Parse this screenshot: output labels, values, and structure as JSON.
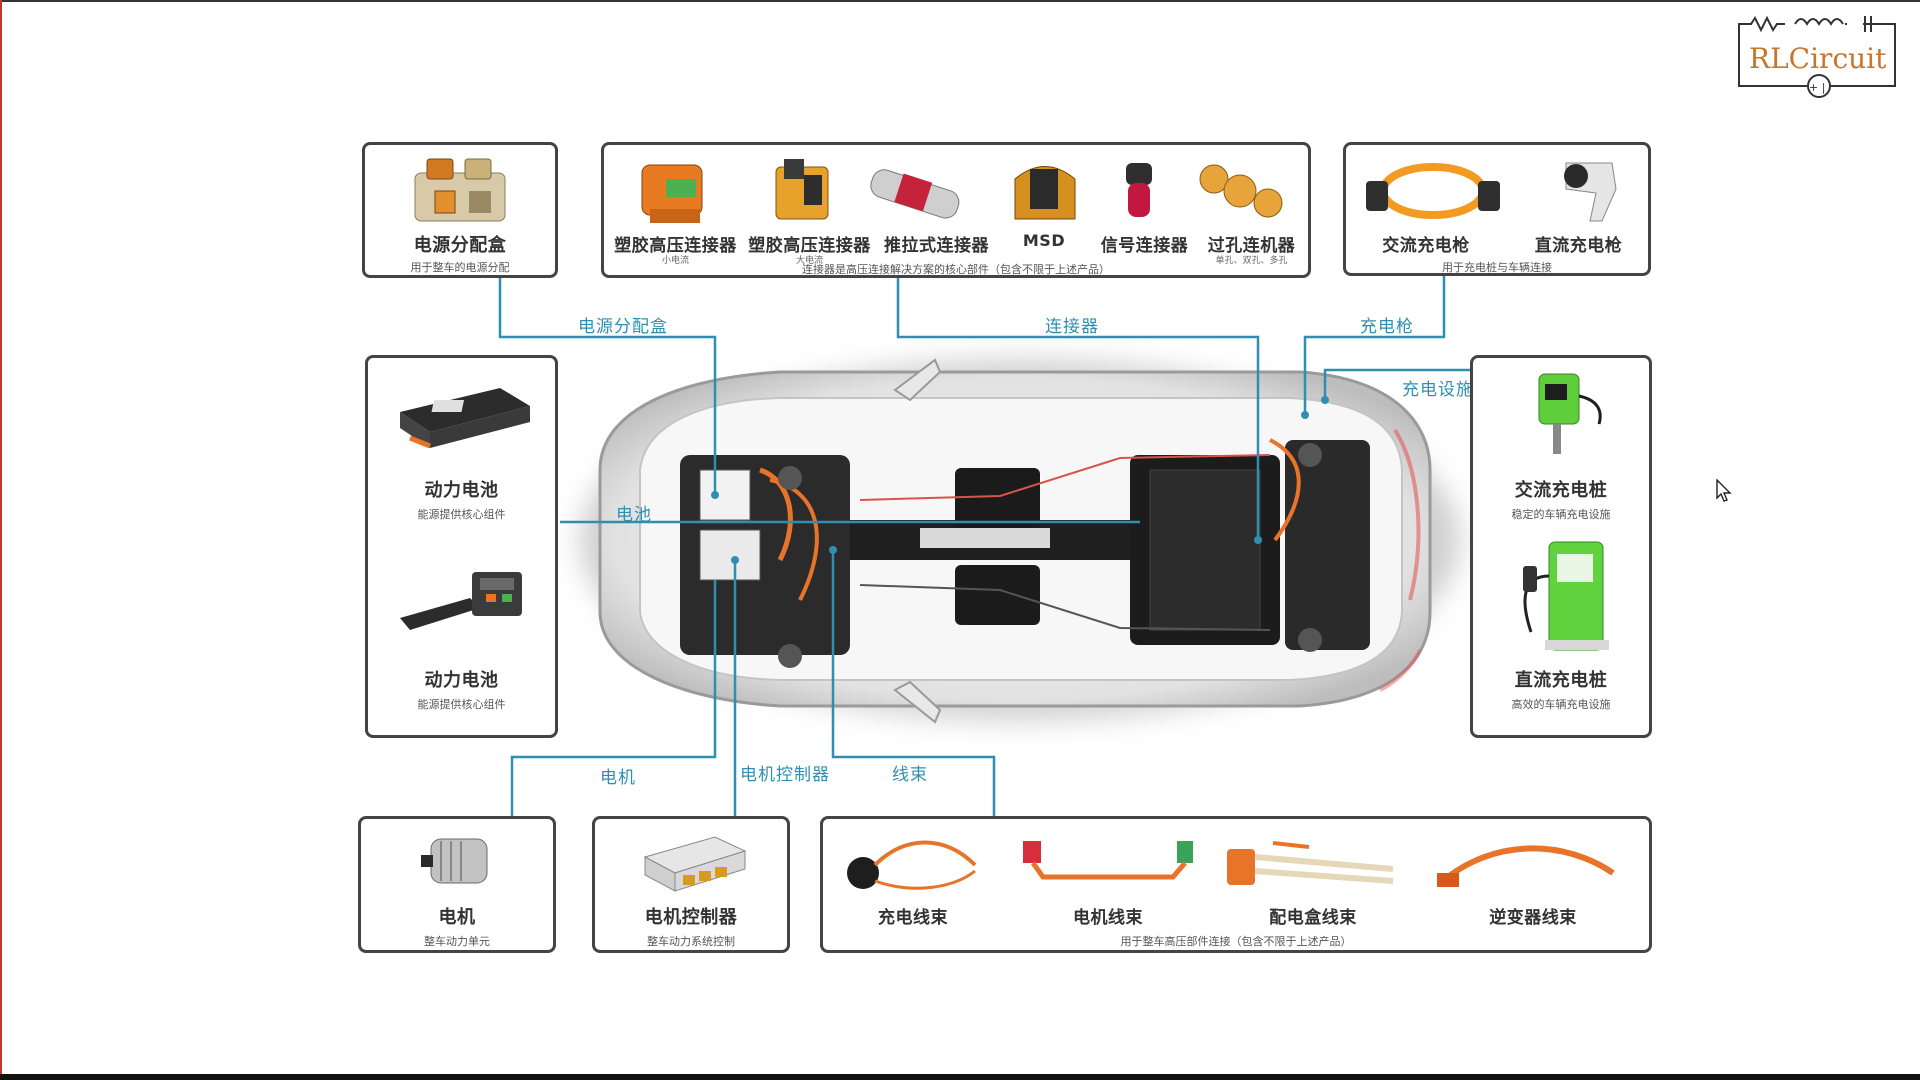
{
  "logo": {
    "text": "RLCircuit",
    "color": "#c8762a"
  },
  "colors": {
    "line": "#2f8fb0",
    "box_border": "#444444",
    "harness": "#e8742a"
  },
  "top_left_box": {
    "title": "电源分配盒",
    "subtitle": "用于整车的电源分配"
  },
  "connectors_box": {
    "items": [
      {
        "label": "塑胶高压连接器",
        "note": "小电流",
        "icon": "orange-connector-icon"
      },
      {
        "label": "塑胶高压连接器",
        "note": "大电流",
        "icon": "yellow-connector-icon"
      },
      {
        "label": "推拉式连接器",
        "note": "",
        "icon": "push-pull-connector-icon"
      },
      {
        "label": "MSD",
        "note": "",
        "icon": "msd-icon"
      },
      {
        "label": "信号连接器",
        "note": "",
        "icon": "signal-connector-icon"
      },
      {
        "label": "过孔连机器",
        "note": "单孔、双孔、多孔",
        "icon": "through-hole-connector-icon"
      }
    ],
    "subtitle": "连接器是高压连接解决方案的核心部件（包含不限于上述产品）"
  },
  "charge_gun_box": {
    "items": [
      {
        "label": "交流充电枪",
        "icon": "ac-charging-gun-icon"
      },
      {
        "label": "直流充电枪",
        "icon": "dc-charging-gun-icon"
      }
    ],
    "subtitle": "用于充电桩与车辆连接"
  },
  "battery_box": {
    "items": [
      {
        "label": "动力电池",
        "sub": "能源提供核心组件",
        "icon": "battery-pack-icon"
      },
      {
        "label": "动力电池",
        "sub": "能源提供核心组件",
        "icon": "battery-module-icon"
      }
    ]
  },
  "charging_station_box": {
    "items": [
      {
        "label": "交流充电桩",
        "sub": "稳定的车辆充电设施",
        "icon": "ac-charging-pile-icon"
      },
      {
        "label": "直流充电桩",
        "sub": "高效的车辆充电设施",
        "icon": "dc-charging-pile-icon"
      }
    ]
  },
  "motor_box": {
    "title": "电机",
    "subtitle": "整车动力单元"
  },
  "controller_box": {
    "title": "电机控制器",
    "subtitle": "整车动力系统控制"
  },
  "harness_box": {
    "items": [
      {
        "label": "充电线束",
        "icon": "charging-harness-icon"
      },
      {
        "label": "电机线束",
        "icon": "motor-harness-icon"
      },
      {
        "label": "配电盒线束",
        "icon": "pdu-harness-icon"
      },
      {
        "label": "逆变器线束",
        "icon": "inverter-harness-icon"
      }
    ],
    "subtitle": "用于整车高压部件连接（包含不限于上述产品）"
  },
  "connection_labels": {
    "pdu": "电源分配盒",
    "connector": "连接器",
    "gun": "充电枪",
    "facility": "充电设施",
    "battery": "电池",
    "motor": "电机",
    "controller": "电机控制器",
    "harness": "线束"
  }
}
